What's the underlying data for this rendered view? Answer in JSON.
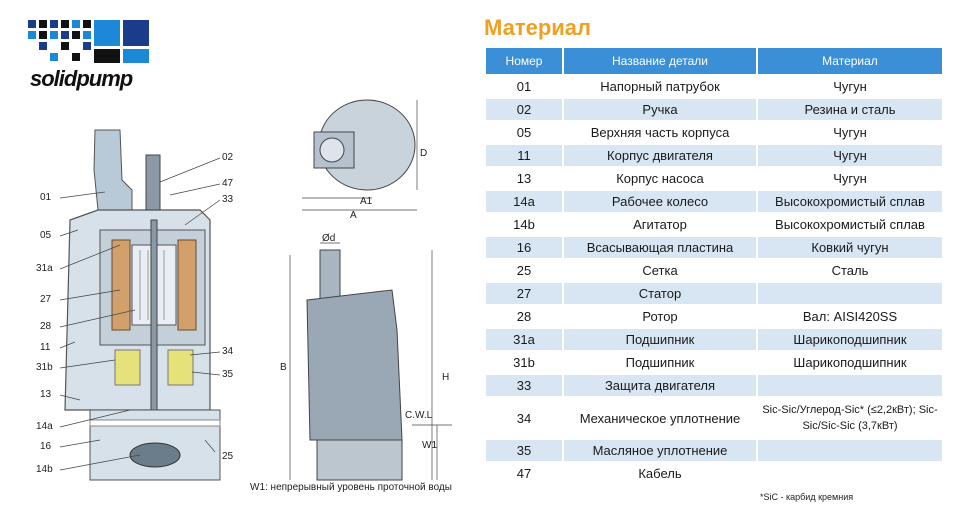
{
  "brand": {
    "name": "solidpump"
  },
  "callouts": {
    "left": [
      "01",
      "05",
      "31a",
      "27",
      "28",
      "11",
      "31b",
      "13",
      "14a",
      "16",
      "14b"
    ],
    "right": [
      "02",
      "47",
      "33",
      "34",
      "35",
      "25"
    ]
  },
  "dimensions": {
    "top_view": [
      "D",
      "A1",
      "A"
    ],
    "side_view": [
      "Ød",
      "B",
      "H",
      "C.W.L",
      "W1"
    ]
  },
  "footnote_left": "W1: непрерывный уровень проточной воды",
  "materials": {
    "title": "Материал",
    "headers": [
      "Номер",
      "Название детали",
      "Материал"
    ],
    "rows": [
      {
        "num": "01",
        "name": "Напорный патрубок",
        "mat": "Чугун"
      },
      {
        "num": "02",
        "name": "Ручка",
        "mat": "Резина и сталь"
      },
      {
        "num": "05",
        "name": "Верхняя часть корпуса",
        "mat": "Чугун"
      },
      {
        "num": "11",
        "name": "Корпус двигателя",
        "mat": "Чугун"
      },
      {
        "num": "13",
        "name": "Корпус насоса",
        "mat": "Чугун"
      },
      {
        "num": "14a",
        "name": "Рабочее колесо",
        "mat": "Высокохромистый сплав"
      },
      {
        "num": "14b",
        "name": "Агитатор",
        "mat": "Высокохромистый сплав"
      },
      {
        "num": "16",
        "name": "Всасывающая пластина",
        "mat": "Ковкий чугун"
      },
      {
        "num": "25",
        "name": "Сетка",
        "mat": "Сталь"
      },
      {
        "num": "27",
        "name": "Статор",
        "mat": ""
      },
      {
        "num": "28",
        "name": "Ротор",
        "mat": "Вал: AISI420SS"
      },
      {
        "num": "31a",
        "name": "Подшипник",
        "mat": "Шарикоподшипник"
      },
      {
        "num": "31b",
        "name": "Подшипник",
        "mat": "Шарикоподшипник"
      },
      {
        "num": "33",
        "name": "Защита двигателя",
        "mat": ""
      },
      {
        "num": "34",
        "name": "Механическое уплотнение",
        "mat": "Sic-Sic/Углерод-Sic* (≤2,2кВт); Sic-Sic/Sic-Sic (3,7кВт)"
      },
      {
        "num": "35",
        "name": "Масляное уплотнение",
        "mat": ""
      },
      {
        "num": "47",
        "name": "Кабель",
        "mat": ""
      }
    ]
  },
  "footnote_right": "*SiC - карбид кремния",
  "colors": {
    "accent_orange": "#f0a020",
    "header_blue": "#3a8fd6",
    "row_blue": "#d8e6f3"
  }
}
